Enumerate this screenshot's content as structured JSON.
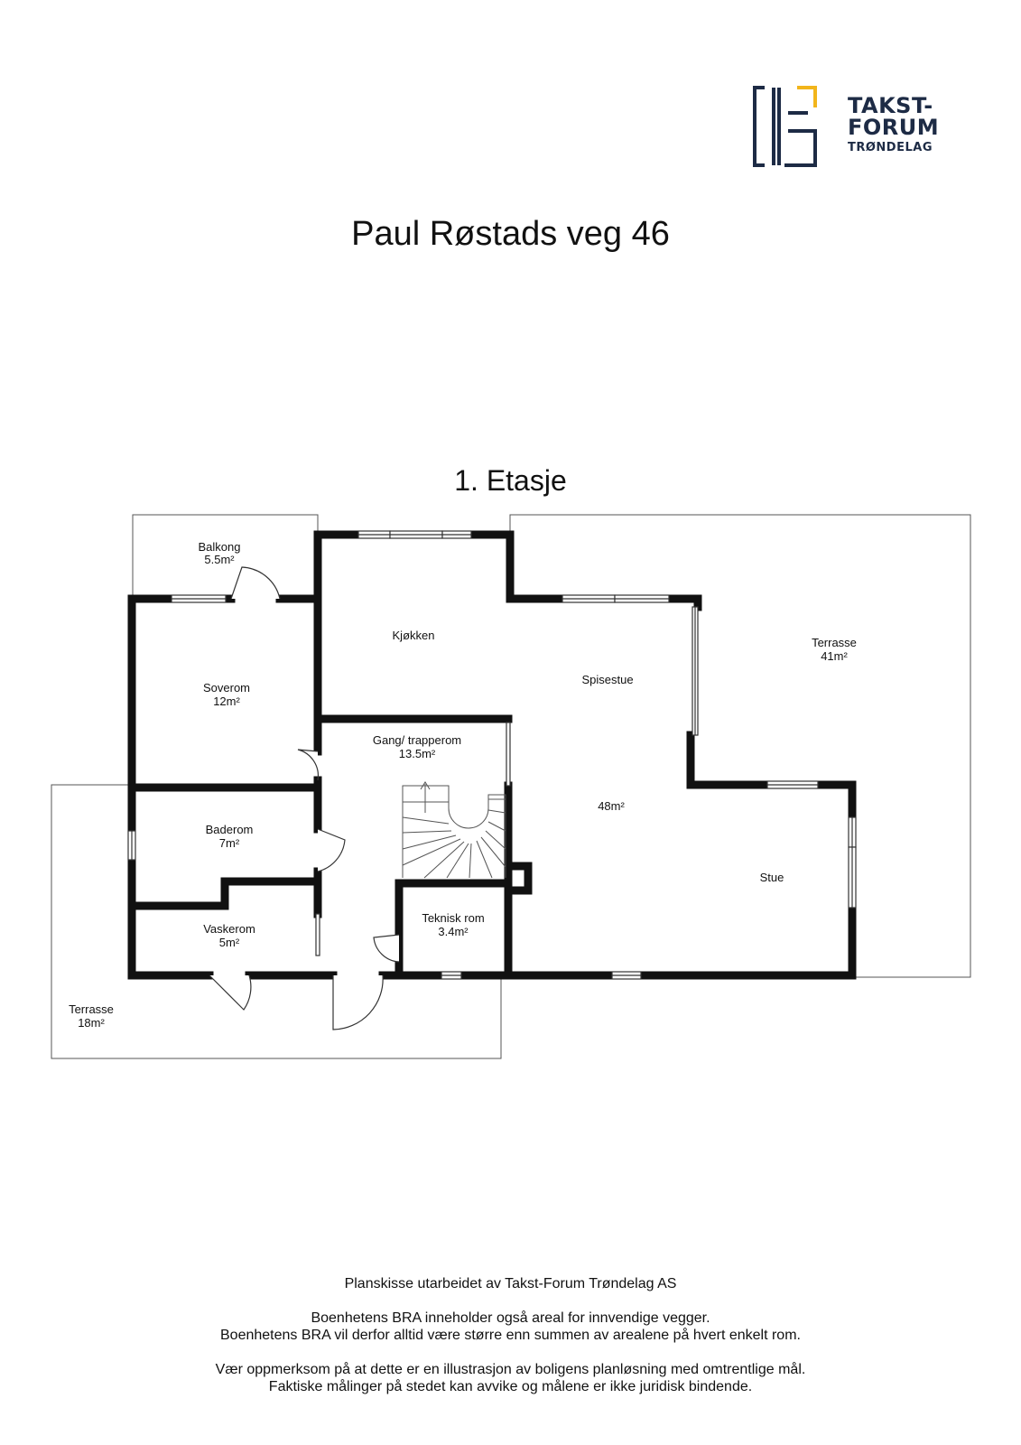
{
  "logo": {
    "line1": "TAKST-",
    "line2": "FORUM",
    "line3": "TRØNDELAG",
    "colors": {
      "navy": "#1d2b45",
      "gold": "#f2b51b"
    },
    "icon": "takst-forum-logo-icon"
  },
  "title": "Paul Røstads veg 46",
  "floor": {
    "title": "1. Etasje",
    "rooms": {
      "balkong": {
        "name": "Balkong",
        "area": "5.5m²"
      },
      "soverom": {
        "name": "Soverom",
        "area": "12m²"
      },
      "kjokken": {
        "name": "Kjøkken"
      },
      "spisestue": {
        "name": "Spisestue"
      },
      "terrasse_right": {
        "name": "Terrasse",
        "area": "41m²"
      },
      "gang": {
        "name": "Gang/ trapperom",
        "area": "13.5m²"
      },
      "open_area": {
        "area": "48m²"
      },
      "baderom": {
        "name": "Baderom",
        "area": "7m²"
      },
      "stue": {
        "name": "Stue"
      },
      "teknisk": {
        "name": "Teknisk rom",
        "area": "3.4m²"
      },
      "vaskerom": {
        "name": "Vaskerom",
        "area": "5m²"
      },
      "terrasse_left": {
        "name": "Terrasse",
        "area": "18m²"
      }
    }
  },
  "footer": {
    "credit": "Planskisse utarbeidet av Takst-Forum Trøndelag AS",
    "bra_1": "Boenhetens BRA inneholder også areal for innvendige vegger.",
    "bra_2": "Boenhetens BRA vil derfor alltid være større enn summen av arealene på hvert enkelt rom.",
    "note_1": "Vær oppmerksom på at dette er en illustrasjon av boligens planløsning med omtrentlige mål.",
    "note_2": "Faktiske målinger på stedet kan avvike og målene er ikke juridisk bindende."
  }
}
